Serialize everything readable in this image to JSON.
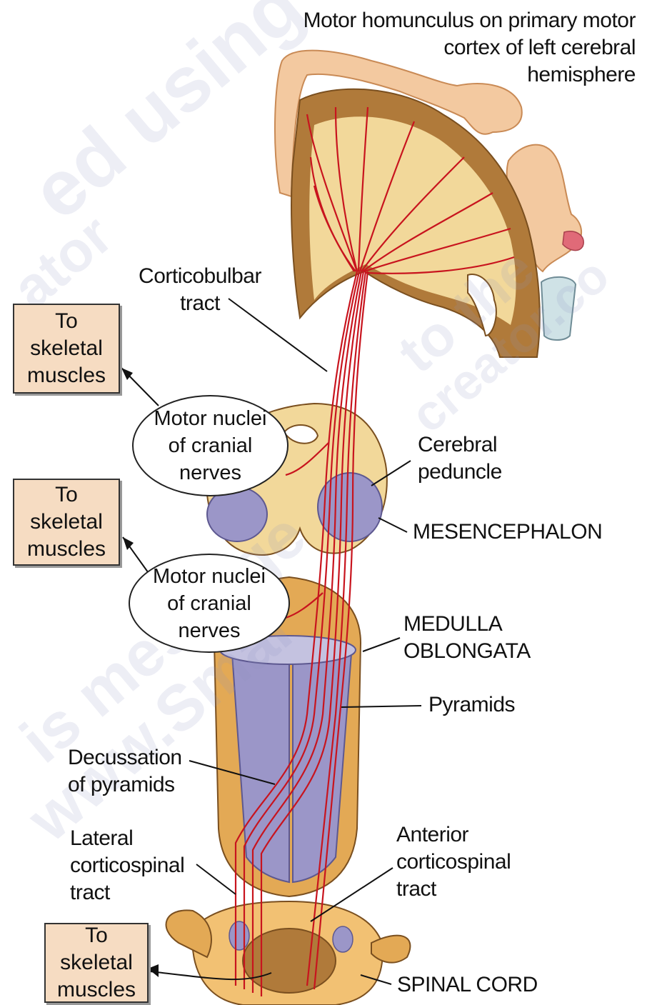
{
  "labels": {
    "homunculus": "Motor homunculus on primary motor\ncortex of left cerebral\nhemisphere",
    "corticobulbar": "Corticobulbar\ntract",
    "cerebral_peduncle": "Cerebral\npeduncle",
    "mesencephalon": "MESENCEPHALON",
    "medulla": "MEDULLA\nOBLONGATA",
    "pyramids": "Pyramids",
    "decussation": "Decussation\nof pyramids",
    "lateral_tract": "Lateral\ncorticospinal\ntract",
    "anterior_tract": "Anterior\ncorticospinal\ntract",
    "spinal_cord": "SPINAL CORD"
  },
  "boxes": {
    "skeletal_1": "To\nskeletal\nmuscles",
    "skeletal_2": "To\nskeletal\nmuscles",
    "skeletal_3": "To\nskeletal\nmuscles"
  },
  "bubbles": {
    "nuclei_1": "Motor nuclei\nof cranial\nnerves",
    "nuclei_2": "Motor nuclei\nof cranial\nnerves"
  },
  "watermarks": {
    "w1": "ed using",
    "w2": "ator",
    "w3": "is message",
    "w4": "www.Smar",
    "w5": "to the",
    "w6": "creator.co"
  },
  "colors": {
    "tract_red": "#c8141e",
    "grey_matter": "#b07a3a",
    "white_matter": "#f2d89a",
    "pyramid_purple": "#9b96c8",
    "skin": "#f3c9a0"
  }
}
